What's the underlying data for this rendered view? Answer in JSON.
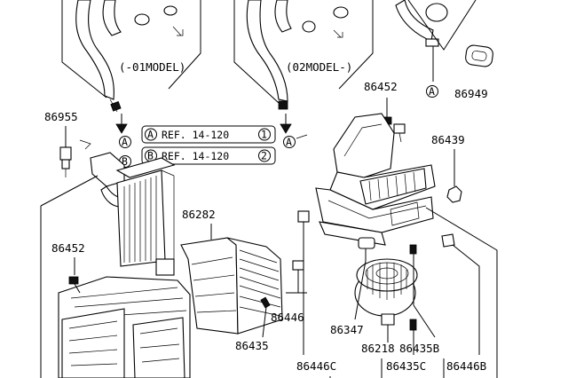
{
  "models": {
    "left": "(-01MODEL)",
    "right": "(02MODEL-)"
  },
  "refs": [
    {
      "marker": "A",
      "text": "REF. 14-120",
      "num": "1"
    },
    {
      "marker": "B",
      "text": "REF. 14-120",
      "num": "2"
    }
  ],
  "markers": {
    "a": "A",
    "b": "B"
  },
  "parts": {
    "p86955": "86955",
    "p86452_top": "86452",
    "p86949": "86949",
    "p86439": "86439",
    "p86282": "86282",
    "p86452_left": "86452",
    "p86446": "86446",
    "p86435": "86435",
    "p86347": "86347",
    "p86218": "86218",
    "p86435b": "86435B",
    "p86446c": "86446C",
    "p86435c": "86435C",
    "p86446b": "86446B"
  }
}
